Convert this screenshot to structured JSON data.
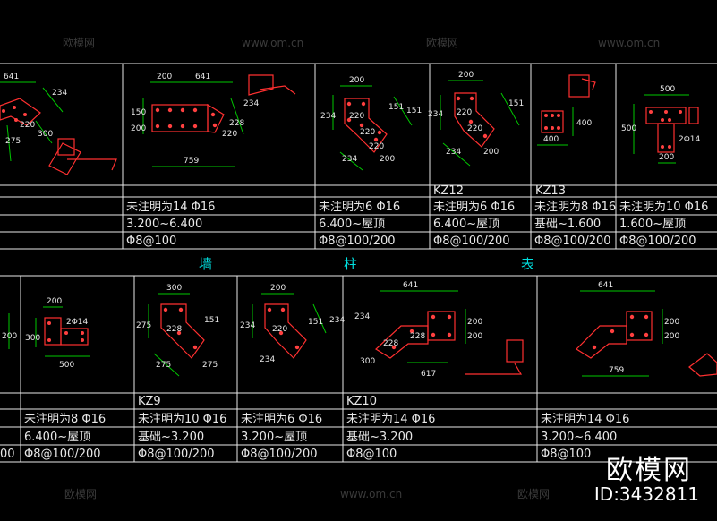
{
  "table_title": [
    "墙",
    "柱",
    "表"
  ],
  "columns_top": [
    {
      "name": "",
      "rebar": "",
      "elev": "",
      "stirrup": ""
    },
    {
      "name": "",
      "rebar": "未注明为14 Φ16",
      "elev": "3.200~6.400",
      "stirrup": "Φ8@100"
    },
    {
      "name": "",
      "rebar": "未注明为6 Φ16",
      "elev": "6.400~屋顶",
      "stirrup": "Φ8@100/200"
    },
    {
      "name": "KZ12",
      "rebar": "未注明为6 Φ16",
      "elev": "6.400~屋顶",
      "stirrup": "Φ8@100/200"
    },
    {
      "name": "KZ13",
      "rebar": "未注明为8 Φ16",
      "elev": "基础~1.600",
      "stirrup": "Φ8@100/200"
    },
    {
      "name": "",
      "rebar": "未注明为10 Φ16",
      "elev": "1.600~屋顶",
      "stirrup": "Φ8@100/200"
    }
  ],
  "columns_bottom": [
    {
      "name": "",
      "rebar": "",
      "elev": "",
      "stirrup": "00"
    },
    {
      "name": "",
      "rebar": "未注明为8 Φ16",
      "elev": "6.400~屋顶",
      "stirrup": "Φ8@100/200"
    },
    {
      "name": "KZ9",
      "rebar": "未注明为10 Φ16",
      "elev": "基础~3.200",
      "stirrup": "Φ8@100/200"
    },
    {
      "name": "",
      "rebar": "未注明为6 Φ16",
      "elev": "3.200~屋顶",
      "stirrup": "Φ8@100/200"
    },
    {
      "name": "KZ10",
      "rebar": "未注明为14 Φ16",
      "elev": "基础~3.200",
      "stirrup": "Φ8@100"
    },
    {
      "name": "",
      "rebar": "未注明为14 Φ16",
      "elev": "3.200~6.400",
      "stirrup": "Φ8@100"
    }
  ],
  "dims_top": {
    "c0": [
      "641",
      "234",
      "220",
      "300",
      "275"
    ],
    "c1": [
      "200",
      "641",
      "150",
      "200",
      "234",
      "228",
      "220",
      "759"
    ],
    "c2": [
      "200",
      "234",
      "151",
      "151",
      "220",
      "220",
      "220",
      "200",
      "234"
    ],
    "c3": [
      "200",
      "151",
      "234",
      "220",
      "220",
      "234",
      "200"
    ],
    "c4": [
      "400",
      "400"
    ],
    "c5": [
      "500",
      "500",
      "2Φ14",
      "200"
    ]
  },
  "dims_bottom": {
    "c0": [
      "200"
    ],
    "c1": [
      "200",
      "2Φ14",
      "300",
      "500"
    ],
    "c2": [
      "300",
      "275",
      "228",
      "151",
      "275",
      "275"
    ],
    "c3": [
      "200",
      "234",
      "151",
      "234",
      "234",
      "220"
    ],
    "c4": [
      "641",
      "234",
      "228",
      "228",
      "200",
      "200",
      "300",
      "617"
    ],
    "c5": [
      "641",
      "200",
      "200",
      "759"
    ]
  },
  "watermark": {
    "site": "www.om.cn",
    "brand": "欧模网",
    "brand_ghost": "欧模网",
    "id": "ID:3432811"
  }
}
